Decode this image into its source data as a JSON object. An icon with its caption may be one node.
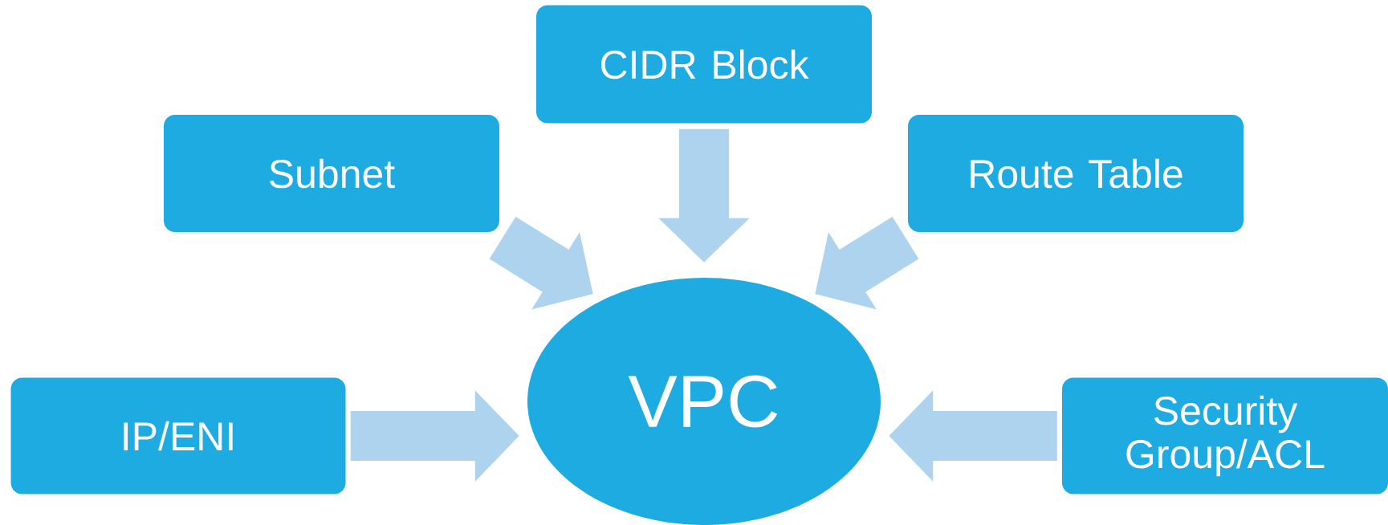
{
  "diagram": {
    "nodes": [
      {
        "text": [
          "CIDR Block"
        ]
      },
      {
        "text": [
          "Subnet"
        ]
      },
      {
        "text": [
          "Route Table"
        ]
      },
      {
        "text": [
          "IP/ENI"
        ]
      },
      {
        "text": [
          "VPC"
        ]
      },
      {
        "text": [
          "Security Group/ACL"
        ]
      }
    ],
    "edges": [
      {
        "from": 0,
        "to": 4,
        "arrow": "to"
      },
      {
        "from": 1,
        "to": 4,
        "arrow": "to"
      },
      {
        "from": 2,
        "to": 4,
        "arrow": "to"
      },
      {
        "from": 3,
        "to": 4,
        "arrow": "to"
      },
      {
        "from": 5,
        "to": 4,
        "arrow": "to"
      }
    ]
  }
}
